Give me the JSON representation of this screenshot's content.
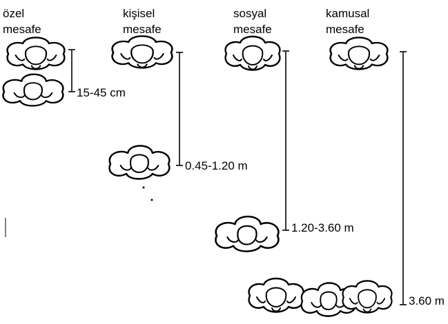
{
  "zones": [
    {
      "id": "ozel",
      "title_line1": "özel",
      "title_line2": "mesafe",
      "distance": "15-45 cm"
    },
    {
      "id": "kisisel",
      "title_line1": "kişisel",
      "title_line2": "mesafe",
      "distance": "0.45-1.20 m"
    },
    {
      "id": "sosyal",
      "title_line1": "sosyal",
      "title_line2": "mesafe",
      "distance": "1.20-3.60 m"
    },
    {
      "id": "kamusal",
      "title_line1": "kamusal",
      "title_line2": "mesafe",
      "distance": "3.60 m"
    }
  ],
  "colors": {
    "ink": "#000000",
    "background": "#ffffff"
  }
}
